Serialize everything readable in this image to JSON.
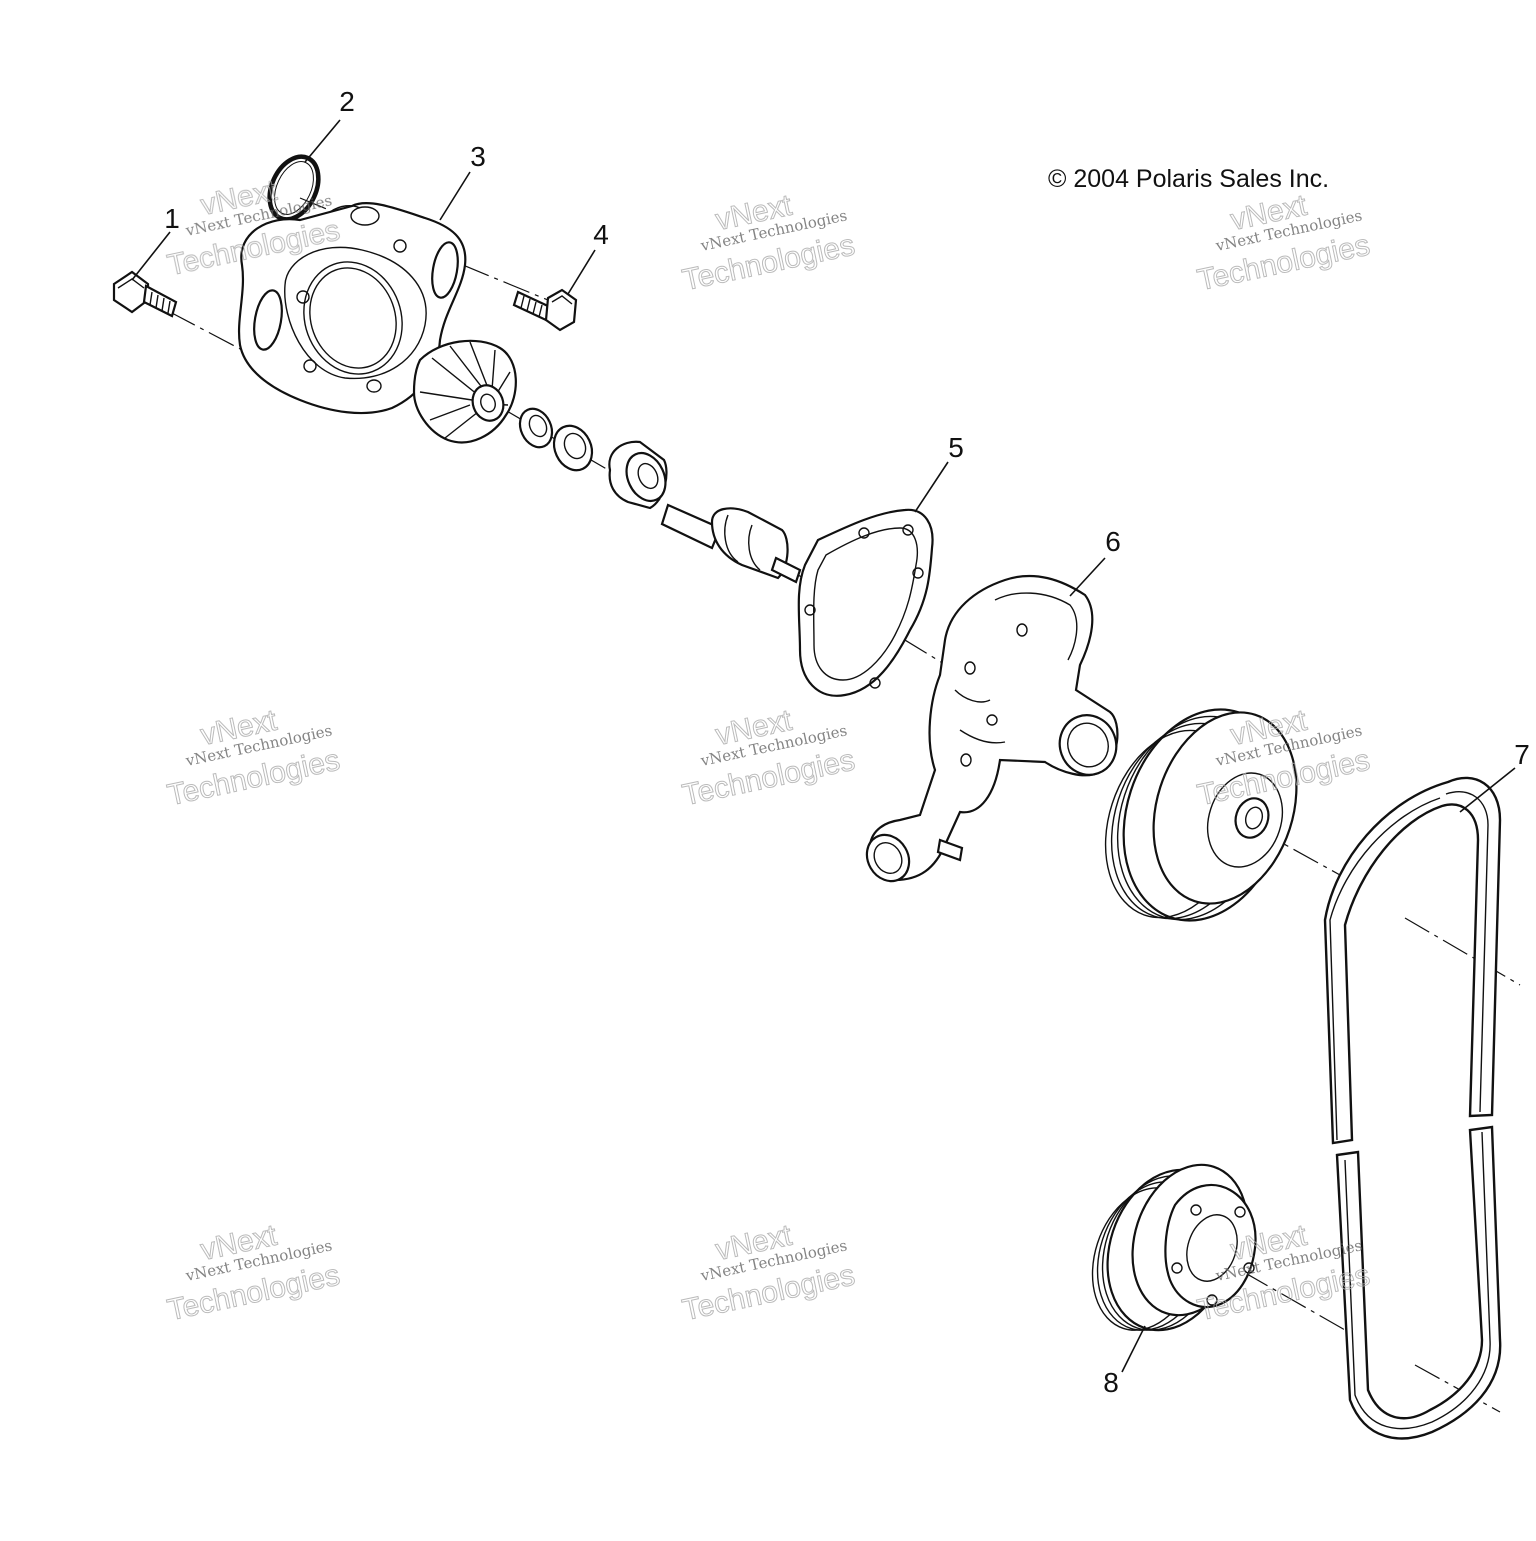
{
  "copyright": "© 2004 Polaris Sales Inc.",
  "callouts": [
    "1",
    "2",
    "3",
    "4",
    "5",
    "6",
    "7",
    "8"
  ],
  "watermark": {
    "line1": "vNext",
    "line2": "vNext Technologies",
    "line3": "Technologies"
  }
}
